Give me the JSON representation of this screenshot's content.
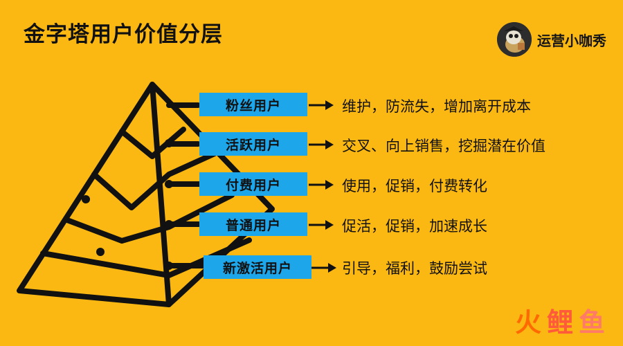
{
  "title": "金字塔用户价值分层",
  "brand": {
    "name": "运营小咖秀"
  },
  "layers": [
    {
      "label": "粉丝用户",
      "description": "维护，防流失，增加离开成本"
    },
    {
      "label": "活跃用户",
      "description": "交叉、向上销售，挖掘潜在价值"
    },
    {
      "label": "付费用户",
      "description": "使用，促销，付费转化"
    },
    {
      "label": "普通用户",
      "description": "促活，促销，加速成长"
    },
    {
      "label": "新激活用户",
      "description": "引导，福利，鼓励尝试"
    }
  ],
  "watermark": {
    "part1": "火",
    "part2": "鲤",
    "part3": "鱼"
  },
  "colors": {
    "background": "#fbb812",
    "label_box": "#1ea6ea",
    "pyramid_stroke": "#111111"
  }
}
